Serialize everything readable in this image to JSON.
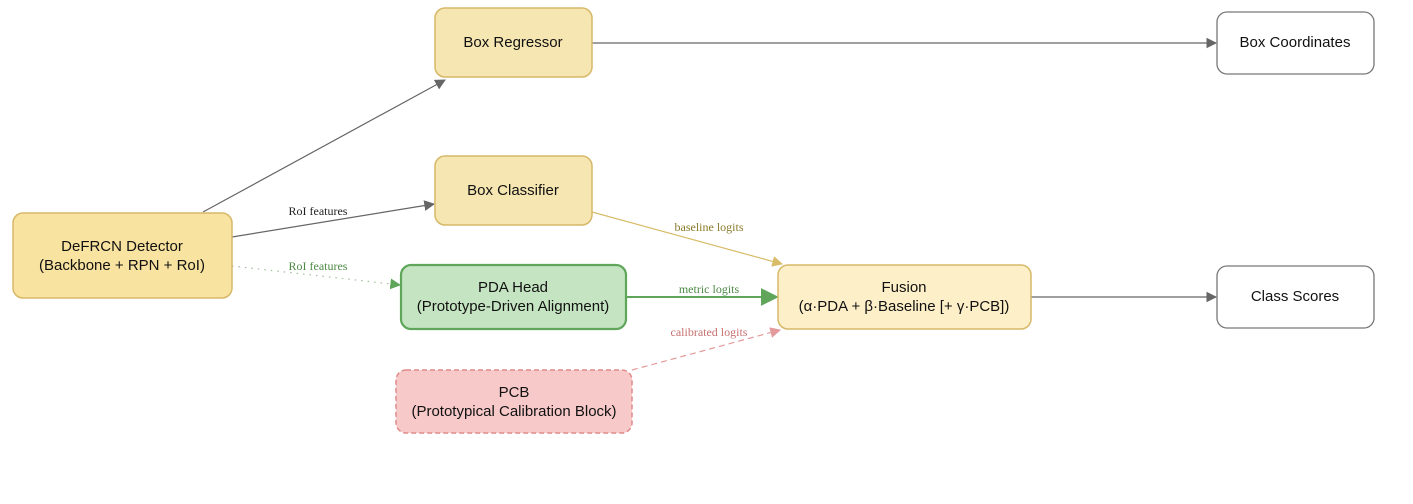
{
  "nodes": {
    "detector": {
      "line1": "DeFRCN Detector",
      "line2": "(Backbone + RPN + RoI)"
    },
    "regressor": {
      "line1": "Box Regressor"
    },
    "classifier": {
      "line1": "Box Classifier"
    },
    "pda": {
      "line1": "PDA Head",
      "line2": "(Prototype-Driven Alignment)"
    },
    "pcb": {
      "line1": "PCB",
      "line2": "(Prototypical Calibration Block)"
    },
    "fusion": {
      "line1": "Fusion",
      "line2": "(α·PDA + β·Baseline [+ γ·PCB])"
    },
    "box_coords": {
      "line1": "Box Coordinates"
    },
    "class_scores": {
      "line1": "Class Scores"
    }
  },
  "edges": {
    "roi_to_classifier": "RoI features",
    "roi_to_pda": "RoI features",
    "baseline_logits": "baseline logits",
    "metric_logits": "metric logits",
    "calibrated_logits": "calibrated logits"
  },
  "colors": {
    "yellow_fill": "#f9e3a0",
    "yellow_stroke": "#d7b868",
    "classifier_fill": "#f5e6b2",
    "green_fill": "#c5e5c2",
    "green_stroke": "#5fa55a",
    "red_fill": "#f8c9c9",
    "red_stroke": "#e08a8a",
    "fusion_fill": "#fdf0c8",
    "white_fill": "#ffffff",
    "gray_stroke": "#777777",
    "edge_gray": "#666666",
    "edge_olive": "#8a7a2a",
    "edge_green": "#4d8a45",
    "edge_red": "#c77070"
  }
}
